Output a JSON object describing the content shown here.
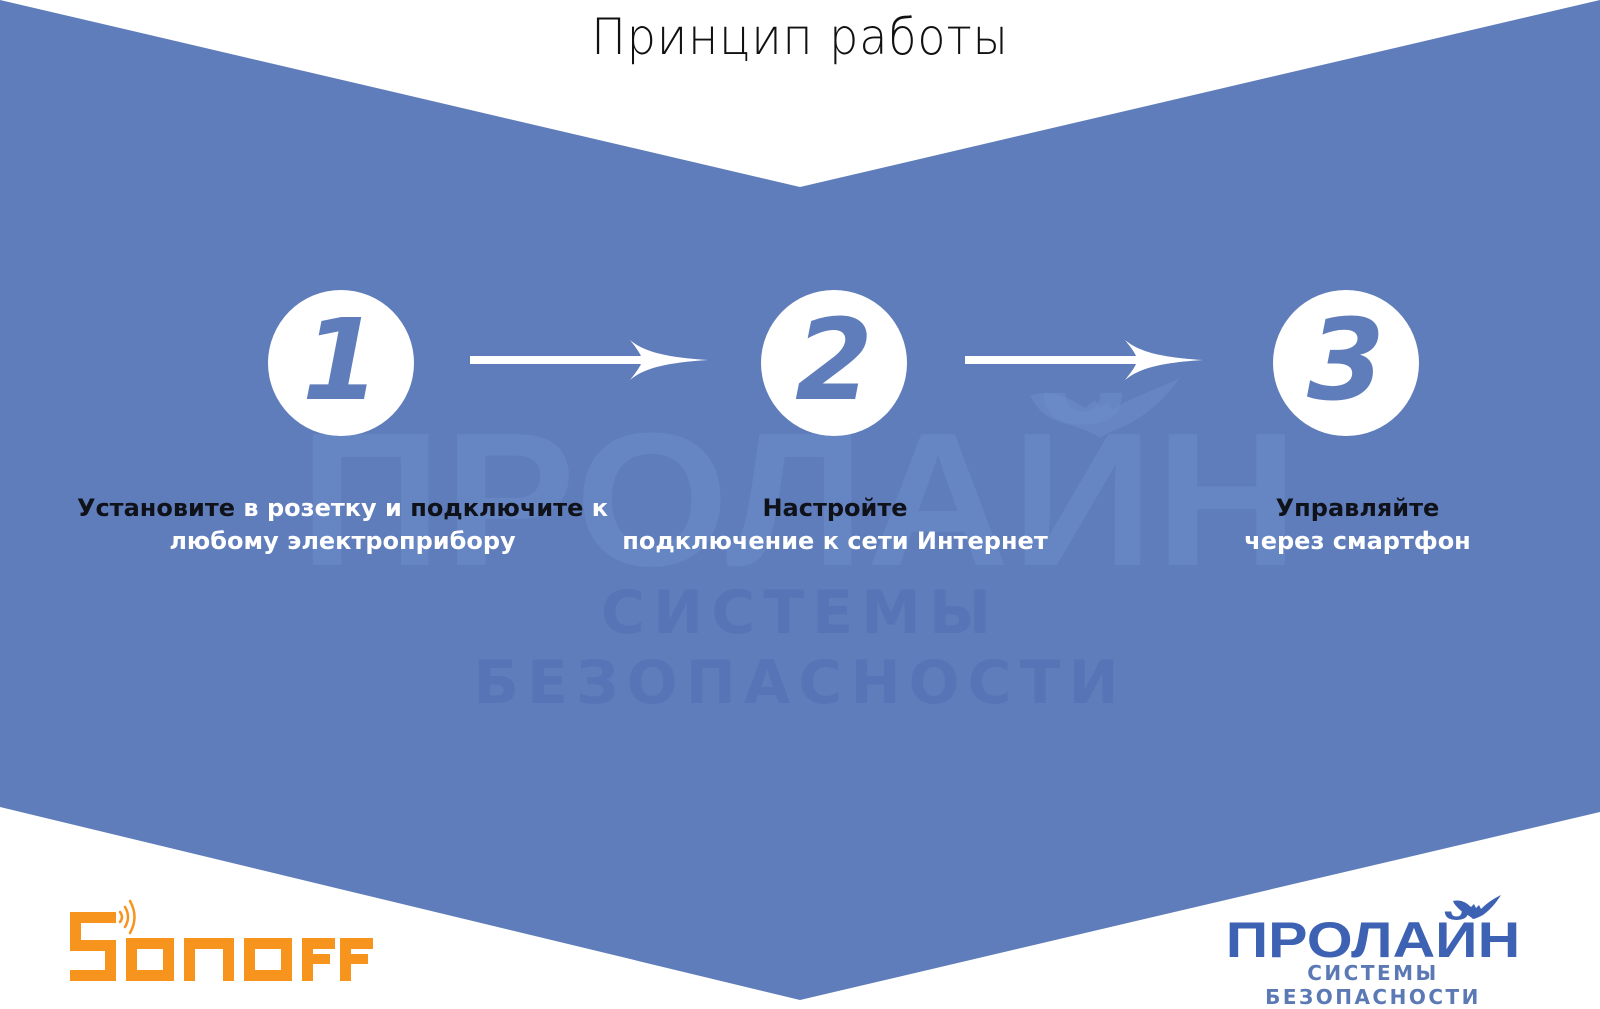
{
  "title": "Принцип работы",
  "colors": {
    "background": "#ffffff",
    "band": "#5f7dba",
    "step_text_white": "#ffffff",
    "step_text_dark": "#10121a",
    "sonoff_orange": "#f7941d",
    "prolain_blue": "#3d62b3"
  },
  "watermark": {
    "main": "ПРОЛАЙН",
    "sub": "СИСТЕМЫ БЕЗОПАСНОСТИ"
  },
  "steps": [
    {
      "number": "1",
      "line1_parts": [
        "Установите",
        " в розетку и ",
        "подключите",
        " к"
      ],
      "line2": "любому электроприбору"
    },
    {
      "number": "2",
      "line1": "Настройте",
      "line2": "подключение к сети Интернет"
    },
    {
      "number": "3",
      "line1": "Управляйте",
      "line2": "через смартфон"
    }
  ],
  "arrows": [
    {
      "from": "1",
      "to": "2",
      "icon": "arrow-right-icon"
    },
    {
      "from": "2",
      "to": "3",
      "icon": "arrow-right-icon"
    }
  ],
  "logos": {
    "sonoff": {
      "text": "SONOFF",
      "icon": "wifi-signal-icon"
    },
    "prolain": {
      "main": "ПРОЛАЙН",
      "sub": "СИСТЕМЫ БЕЗОПАСНОСТИ",
      "icon": "bat-icon"
    }
  }
}
